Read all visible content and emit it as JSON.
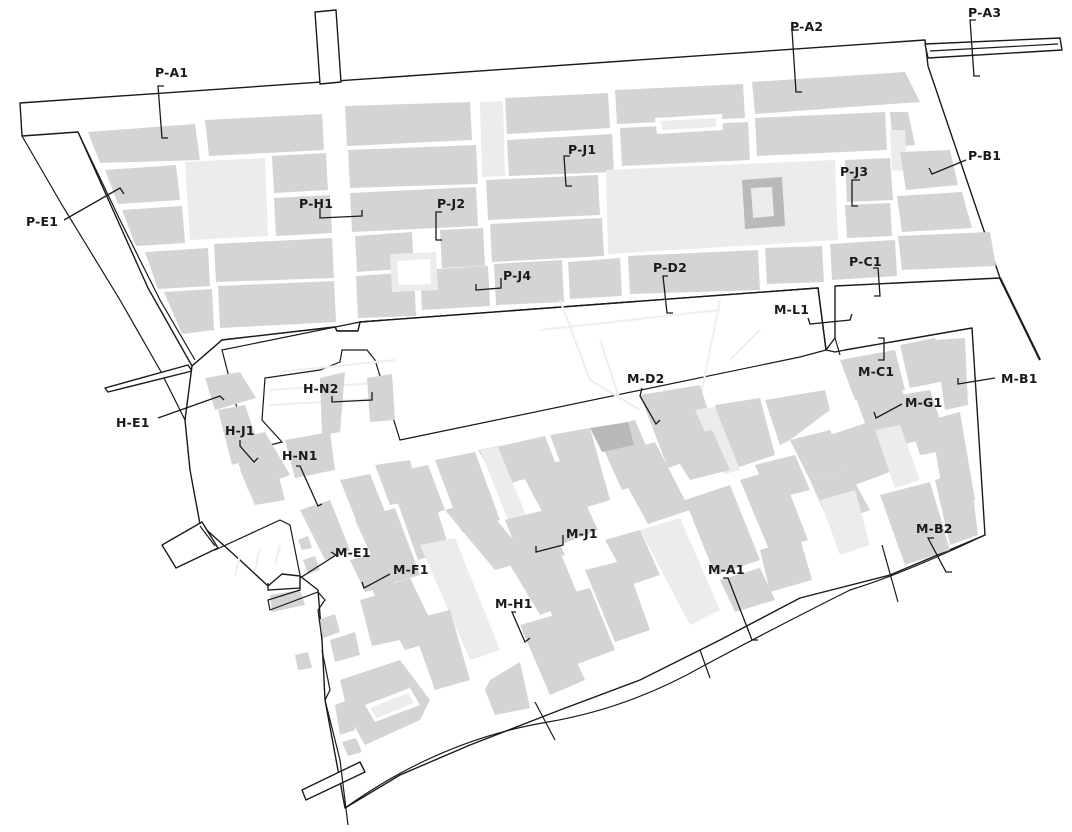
{
  "colors": {
    "block": "#d4d4d4",
    "open_space": "#ececec",
    "outline": "#1a1a1a",
    "background": "#ffffff"
  },
  "labels": {
    "p_a1": "P-A1",
    "p_a2": "P-A2",
    "p_a3": "P-A3",
    "p_b1": "P-B1",
    "p_e1": "P-E1",
    "p_h1": "P-H1",
    "p_j1": "P-J1",
    "p_j2": "P-J2",
    "p_j3": "P-J3",
    "p_j4": "P-J4",
    "p_d2": "P-D2",
    "p_c1": "P-C1",
    "m_l1": "M-L1",
    "m_c1": "M-C1",
    "m_b1": "M-B1",
    "m_g1": "M-G1",
    "m_d2": "M-D2",
    "h_n2": "H-N2",
    "h_e1": "H-E1",
    "h_j1": "H-J1",
    "h_n1": "H-N1",
    "m_j1": "M-J1",
    "m_e1": "M-E1",
    "m_f1": "M-F1",
    "m_a1": "M-A1",
    "m_h1": "M-H1",
    "m_b2": "M-B2"
  }
}
